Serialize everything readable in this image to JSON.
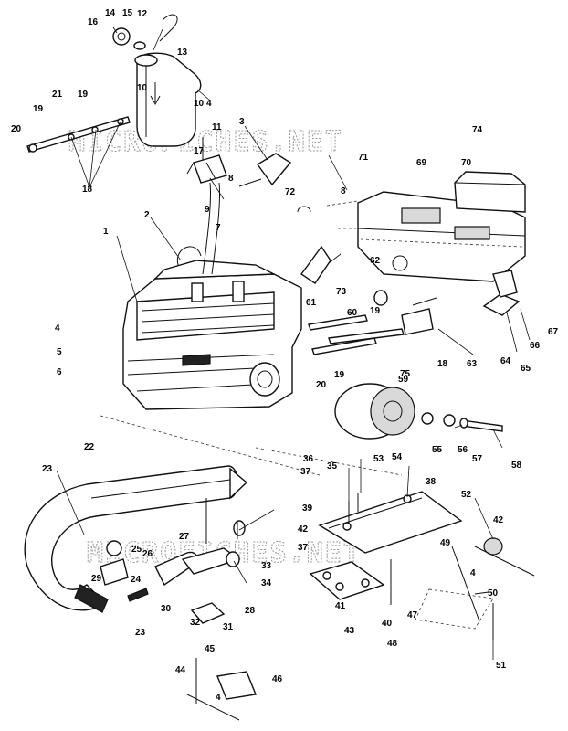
{
  "watermark": "MICROFICHES.NET",
  "callouts": [
    "1",
    "2",
    "3",
    "4",
    "5",
    "6",
    "7",
    "8",
    "9",
    "10",
    "11",
    "12",
    "13",
    "14",
    "15",
    "16",
    "17",
    "18",
    "19",
    "20",
    "21",
    "22",
    "23",
    "24",
    "25",
    "26",
    "27",
    "28",
    "29",
    "30",
    "31",
    "32",
    "33",
    "34",
    "35",
    "36",
    "37",
    "38",
    "39",
    "40",
    "41",
    "42",
    "43",
    "44",
    "45",
    "46",
    "47",
    "48",
    "49",
    "50",
    "51",
    "52",
    "53",
    "54",
    "55",
    "56",
    "57",
    "58",
    "59",
    "60",
    "61",
    "62",
    "63",
    "64",
    "65",
    "66",
    "67",
    "69",
    "70",
    "71",
    "72",
    "73",
    "74",
    "75"
  ]
}
